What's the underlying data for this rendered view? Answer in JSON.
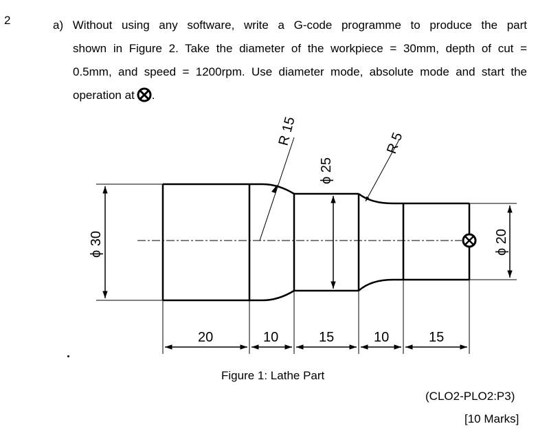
{
  "question": {
    "number": "2",
    "lines": [
      "a) Without using any software, write a G-code programme to produce the part",
      "shown in Figure 2. Take the diameter of the workpiece = 30mm, depth of cut =",
      "0.5mm, and speed = 1200rpm. Use diameter mode, absolute mode and start the",
      "operation at"
    ],
    "line4_end": "."
  },
  "figure": {
    "caption": "Figure 1: Lathe Part",
    "labels": {
      "dia30": "ϕ 30",
      "r15": "R 15",
      "dia25": "ϕ 25",
      "r5": "R 5",
      "dia20": "ϕ 20"
    },
    "dims": [
      "20",
      "10",
      "15",
      "10",
      "15"
    ]
  },
  "footer": {
    "clo": "(CLO2-PLO2:P3)",
    "marks": "[10 Marks]"
  }
}
